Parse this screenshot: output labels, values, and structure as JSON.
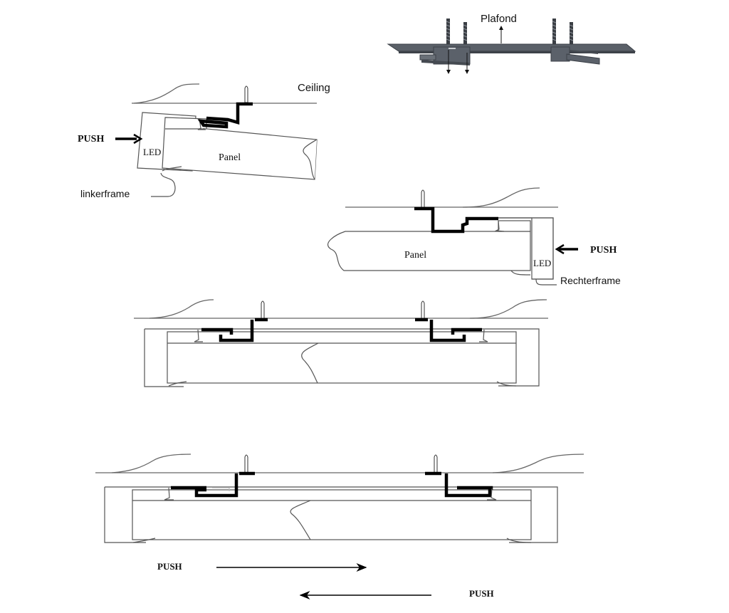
{
  "title": "LED panel frame mounting instructions",
  "top_view": {
    "label": "Plafond"
  },
  "step1": {
    "ceiling_label": "Ceiling",
    "push_label": "PUSH",
    "led_label": "LED",
    "panel_label": "Panel",
    "frame_label": "linkerframe"
  },
  "step2": {
    "push_label": "PUSH",
    "led_label": "LED",
    "panel_label": "Panel",
    "frame_label": "Rechterframe"
  },
  "step4": {
    "push_right_label": "PUSH",
    "push_left_label": "PUSH"
  },
  "colors": {
    "line": "#555555",
    "bracket": "#000000",
    "metal": "#4a4f57"
  }
}
